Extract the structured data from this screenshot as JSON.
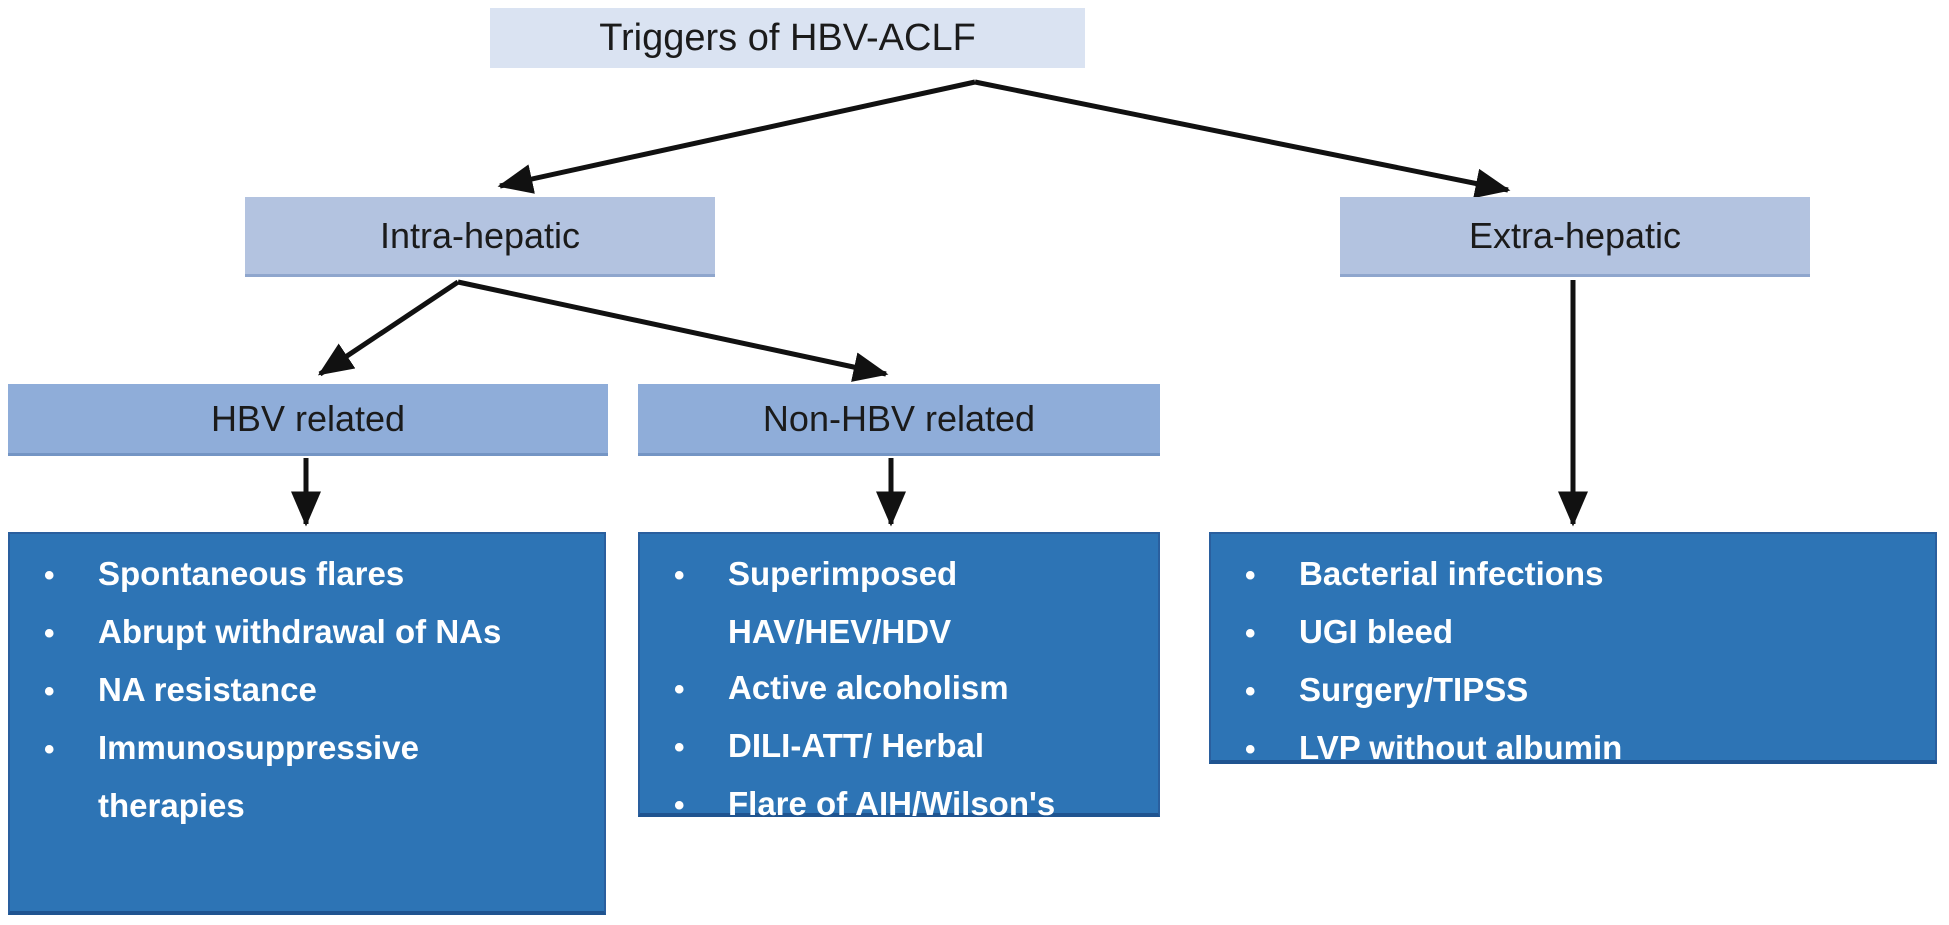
{
  "diagram": {
    "nodes": {
      "title": {
        "label": "Triggers of HBV-ACLF"
      },
      "intra": {
        "label": "Intra-hepatic"
      },
      "extra": {
        "label": "Extra-hepatic"
      },
      "hbv": {
        "label": "HBV related"
      },
      "nonhbv": {
        "label": "Non-HBV related"
      }
    },
    "lists": {
      "hbv_related": {
        "lines": [
          {
            "text": "Spontaneous flares",
            "bullet": true
          },
          {
            "text": "Abrupt withdrawal of NAs",
            "bullet": true
          },
          {
            "text": "NA resistance",
            "bullet": true
          },
          {
            "text": "Immunosuppressive",
            "bullet": true
          },
          {
            "text": "therapies",
            "bullet": false
          }
        ]
      },
      "non_hbv_related": {
        "lines": [
          {
            "text": "Superimposed",
            "bullet": true
          },
          {
            "text": "HAV/HEV/HDV",
            "bullet": false
          },
          {
            "text": "Active alcoholism",
            "bullet": true
          },
          {
            "text": "DILI-ATT/ Herbal",
            "bullet": true
          },
          {
            "text": "Flare of AIH/Wilson's",
            "bullet": true
          }
        ]
      },
      "extra_hepatic": {
        "lines": [
          {
            "text": "Bacterial infections",
            "bullet": true
          },
          {
            "text": "UGI bleed",
            "bullet": true
          },
          {
            "text": "Surgery/TIPSS",
            "bullet": true
          },
          {
            "text": "LVP without albumin",
            "bullet": true
          }
        ]
      }
    },
    "edges": [
      {
        "from": "title",
        "to": "intra"
      },
      {
        "from": "title",
        "to": "extra"
      },
      {
        "from": "intra",
        "to": "hbv"
      },
      {
        "from": "intra",
        "to": "nonhbv"
      },
      {
        "from": "hbv",
        "to": "hbv_related_list"
      },
      {
        "from": "nonhbv",
        "to": "non_hbv_related_list"
      },
      {
        "from": "extra",
        "to": "extra_hepatic_list"
      }
    ],
    "colors": {
      "title_fill": "#dae3f2",
      "branch_fill": "#b3c3e0",
      "subbranch_fill": "#8fadd9",
      "panel_fill": "#2d74b5",
      "panel_border": "#2a5f9e",
      "text_dark": "#1b1b1b",
      "text_light": "#ffffff",
      "arrow": "#111111"
    }
  }
}
